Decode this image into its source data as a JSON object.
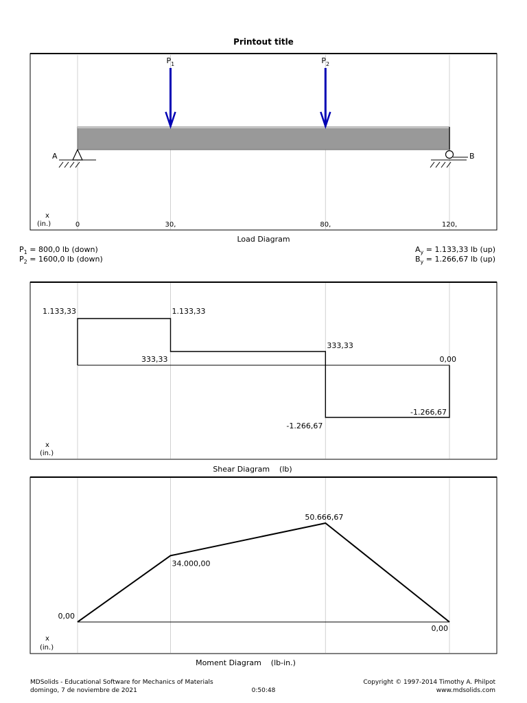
{
  "title": "Printout title",
  "load": {
    "caption": "Load Diagram",
    "x_axis_label": "x",
    "x_axis_unit": "(in.)",
    "x_ticks": [
      "0",
      "30,",
      "80,",
      "120,"
    ],
    "x_positions": [
      0,
      30,
      80,
      120
    ],
    "support_a": "A",
    "support_b": "B",
    "loads": [
      {
        "name": "P",
        "sub": "1",
        "x": 30,
        "value_text": " = 800,0 lb (down)"
      },
      {
        "name": "P",
        "sub": "2",
        "x": 80,
        "value_text": " = 1600,0 lb (down)"
      }
    ],
    "reactions": [
      {
        "name": "A",
        "sub": "y",
        "value_text": " = 1.133,33 lb (up)"
      },
      {
        "name": "B",
        "sub": "y",
        "value_text": " = 1.266,67 lb (up)"
      }
    ],
    "arrow_color": "#0000b4",
    "beam_color": "#999999"
  },
  "shear": {
    "caption": "Shear Diagram",
    "unit": "(lb)",
    "x_axis_label": "x",
    "x_axis_unit": "(in.)",
    "labels": [
      "1.133,33",
      "1.133,33",
      "333,33",
      "333,33",
      "0,00",
      "-1.266,67",
      "-1.266,67"
    ]
  },
  "moment": {
    "caption": "Moment Diagram",
    "unit": "(lb-in.)",
    "x_axis_label": "x",
    "x_axis_unit": "(in.)",
    "labels": [
      "0,00",
      "34.000,00",
      "50.666,67",
      "0,00"
    ]
  },
  "chart_data": [
    {
      "type": "line",
      "x": [
        0,
        0,
        30,
        30,
        80,
        80,
        120,
        120
      ],
      "y": [
        0,
        1133.33,
        1133.33,
        333.33,
        333.33,
        -1266.67,
        -1266.67,
        0
      ],
      "xlabel": "x (in.)",
      "ylabel": "",
      "title": "Shear Diagram (lb)",
      "ylim": [
        -1266.67,
        1133.33
      ]
    },
    {
      "type": "line",
      "x": [
        0,
        30,
        80,
        120
      ],
      "y": [
        0,
        34000,
        50666.67,
        0
      ],
      "xlabel": "x (in.)",
      "ylabel": "",
      "title": "Moment Diagram (lb-in.)",
      "ylim": [
        0,
        50666.67
      ]
    }
  ],
  "footer": {
    "left_line1": "MDSolids - Educational Software for Mechanics of Materials",
    "left_line2": "domingo, 7 de noviembre de 2021",
    "time": "0:50:48",
    "right_line1": "Copyright © 1997-2014 Timothy A. Philpot",
    "right_line2": "www.mdsolids.com"
  }
}
